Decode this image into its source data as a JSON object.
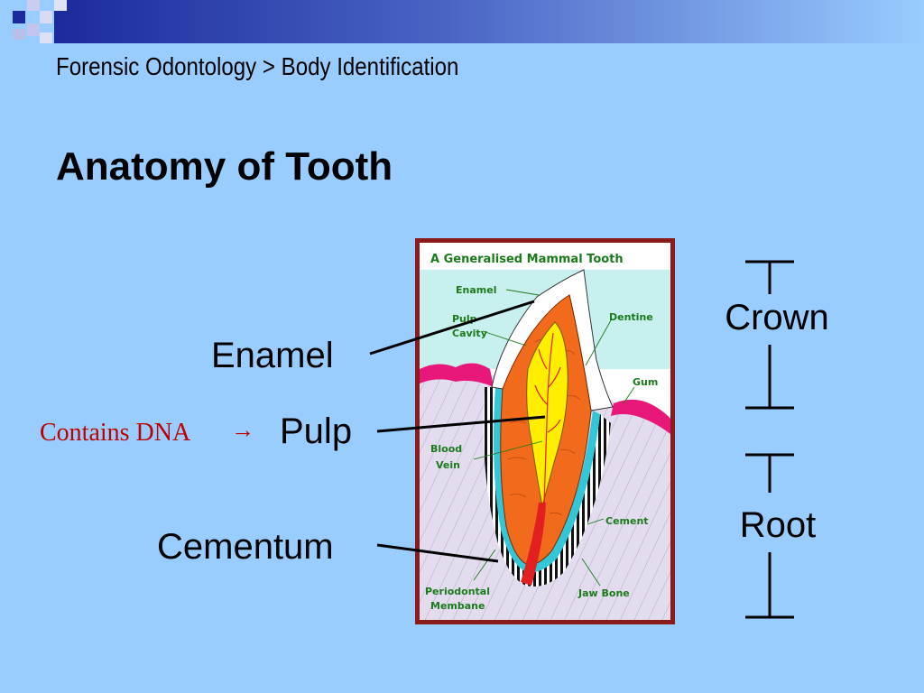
{
  "slide": {
    "breadcrumb": "Forensic Odontology > Body Identification",
    "title": "Anatomy of Tooth"
  },
  "callouts": {
    "enamel": "Enamel",
    "pulp": "Pulp",
    "cementum": "Cementum",
    "dna_note": "Contains DNA",
    "dna_arrow": "→"
  },
  "sections": {
    "crown": "Crown",
    "root": "Root"
  },
  "figure": {
    "title": "A Generalised Mammal Tooth",
    "labels": {
      "enamel": "Enamel",
      "pulp_cavity_1": "Pulp",
      "pulp_cavity_2": "Cavity",
      "dentine": "Dentine",
      "gum": "Gum",
      "blood_vein_1": "Blood",
      "blood_vein_2": "Vein",
      "cement": "Cement",
      "periodontal_1": "Periodontal",
      "periodontal_2": "Membane",
      "jaw_bone": "Jaw Bone"
    }
  },
  "colors": {
    "background": "#99ccff",
    "header_dark": "#1b2a9c",
    "frame": "#8b1a1a",
    "dentine": "#f26a1b",
    "pulp": "#ffee00",
    "gum": "#e8177a",
    "cement": "#31c7d8",
    "label_green": "#1c7a1c",
    "dna_red": "#c00000"
  }
}
